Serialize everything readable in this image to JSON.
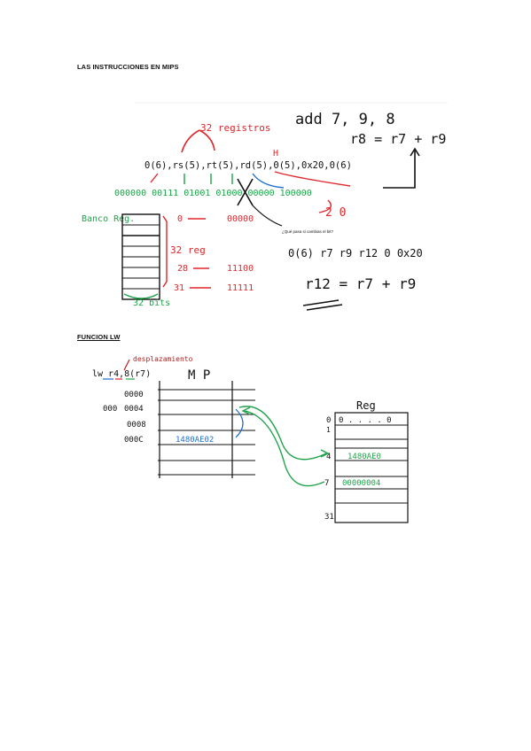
{
  "document": {
    "heading_mips": "LAS INSTRUCCIONES EN MIPS",
    "heading_lw": "FUNCION LW"
  },
  "sketch1": {
    "registros_label": "32 registros",
    "add_instr": "add 7, 9, 8",
    "r8_eq": "r8 = r7 + r9",
    "format": "0(6),rs(5),rt(5),rd(5),0(5),0x20,0(6)",
    "h_mark": "H",
    "binary": "000000 00111 01001 01000 00000 100000",
    "two_zero": "2 0",
    "question": "¿Qué pasa si cambias el bit?",
    "banco_label": "Banco Reg.",
    "reg32": "32 reg",
    "bits32": "32 bits",
    "row0": "0",
    "row0_val": "00000",
    "row28": "28",
    "row28_val": "11100",
    "row31": "31",
    "row31_val": "11111",
    "instr_line": "0(6) r7 r9 r12 0 0x20",
    "r12_eq": "r12 = r7 + r9"
  },
  "sketch2": {
    "desplazamiento": "desplazamiento",
    "lw_instr": "lw r4,8(r7)",
    "mp_label": "M P",
    "addr0": "0000",
    "addr4": "0004",
    "addr8": "0008",
    "addrC": "000C",
    "mem_val": "1480AE02",
    "reg_title": "Reg",
    "reg0": "0",
    "reg0_val": "0 . . . . 0",
    "reg1": "1",
    "reg4": "4",
    "reg4_val": "1480AE0",
    "reg7": "7",
    "reg7_val": "00000004",
    "reg31": "31"
  },
  "colors": {
    "red": "#e0262a",
    "green": "#1fa34a",
    "blue": "#1f6fd1",
    "black": "#111111",
    "dark_red": "#b71c1c"
  }
}
